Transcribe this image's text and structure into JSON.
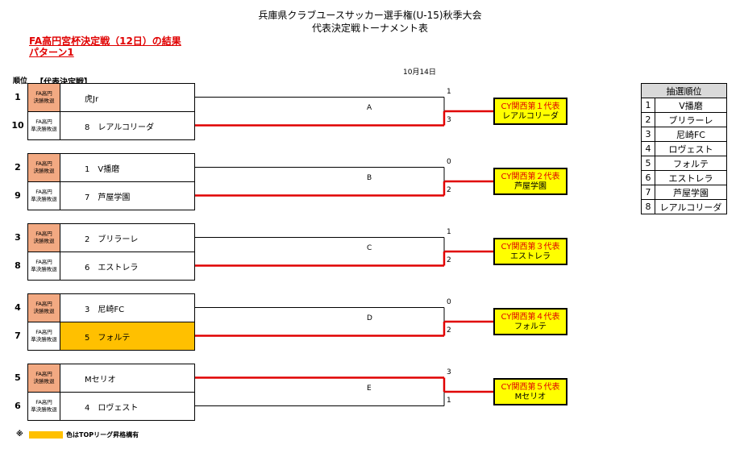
{
  "header": {
    "title_line1": "兵庫県クラブユースサッカー選手権(U-15)秋季大会",
    "title_line2": "代表決定戦トーナメント表",
    "red_line1": "FA高円宮杯決定戦（12日）の結果",
    "red_line2": "パターン1",
    "date": "10月14日",
    "rank_label": "順位",
    "section_label": "【代表決定戦】"
  },
  "matches": [
    {
      "label": "A",
      "top": {
        "rank": "1",
        "badge": "FA高円\n決勝敗退",
        "badge_type": "win",
        "team": "虎Jr",
        "score": "1"
      },
      "bottom": {
        "rank": "10",
        "badge": "FA高円\n準決勝敗退",
        "badge_type": "lose",
        "team": "8　レアルコリーダ",
        "score": "3"
      },
      "winner": "bottom",
      "result_title": "CY関西第１代表",
      "result_team": "レアルコリーダ"
    },
    {
      "label": "B",
      "top": {
        "rank": "2",
        "badge": "FA高円\n決勝敗退",
        "badge_type": "win",
        "team": "1　V播磨",
        "score": "0"
      },
      "bottom": {
        "rank": "9",
        "badge": "FA高円\n準決勝敗退",
        "badge_type": "lose",
        "team": "7　芦屋学園",
        "score": "2"
      },
      "winner": "bottom",
      "result_title": "CY関西第２代表",
      "result_team": "芦屋学園"
    },
    {
      "label": "C",
      "top": {
        "rank": "3",
        "badge": "FA高円\n決勝敗退",
        "badge_type": "win",
        "team": "2　ブリラーレ",
        "score": "1"
      },
      "bottom": {
        "rank": "8",
        "badge": "FA高円\n準決勝敗退",
        "badge_type": "lose",
        "team": "6　エストレラ",
        "score": "2"
      },
      "winner": "bottom",
      "result_title": "CY関西第３代表",
      "result_team": "エストレラ"
    },
    {
      "label": "D",
      "top": {
        "rank": "4",
        "badge": "FA高円\n決勝敗退",
        "badge_type": "win",
        "team": "3　尼崎FC",
        "score": "0"
      },
      "bottom": {
        "rank": "7",
        "badge": "FA高円\n準決勝敗退",
        "badge_type": "lose",
        "team": "5　フォルテ",
        "score": "2",
        "highlight": true
      },
      "winner": "bottom",
      "result_title": "CY関西第４代表",
      "result_team": "フォルテ"
    },
    {
      "label": "E",
      "top": {
        "rank": "5",
        "badge": "FA高円\n決勝敗退",
        "badge_type": "win",
        "team": "Mセリオ",
        "score": "3"
      },
      "bottom": {
        "rank": "6",
        "badge": "FA高円\n準決勝敗退",
        "badge_type": "lose",
        "team": "4　ロヴェスト",
        "score": "1"
      },
      "winner": "top",
      "result_title": "CY関西第５代表",
      "result_team": "Mセリオ"
    }
  ],
  "draw_order": {
    "header": "抽選順位",
    "rows": [
      {
        "no": "1",
        "name": "V播磨"
      },
      {
        "no": "2",
        "name": "ブリラーレ"
      },
      {
        "no": "3",
        "name": "尼崎FC"
      },
      {
        "no": "4",
        "name": "ロヴェスト"
      },
      {
        "no": "5",
        "name": "フォルテ"
      },
      {
        "no": "6",
        "name": "エストレラ"
      },
      {
        "no": "7",
        "name": "芦屋学園"
      },
      {
        "no": "8",
        "name": "レアルコリーダ"
      }
    ]
  },
  "legend": {
    "mark": "※",
    "text": "色はTOPリーグ昇格構有"
  },
  "colors": {
    "winner_line": "#e00000",
    "result_fill": "#ffff00",
    "highlight": "#ffc000",
    "badge_win": "#f2a982"
  }
}
